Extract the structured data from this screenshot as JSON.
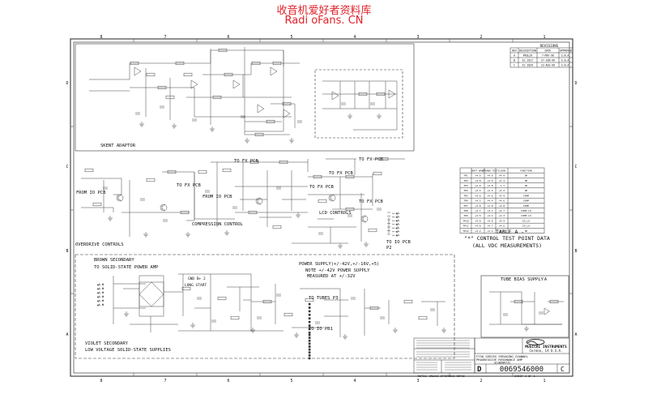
{
  "watermark": {
    "line1": "收音机爱好者资料库",
    "line2": "Radi oFans. CN"
  },
  "border": {
    "columns_top": [
      "8",
      "7",
      "6",
      "5",
      "4",
      "3",
      "2",
      "1"
    ],
    "columns_bottom": [
      "8",
      "7",
      "6",
      "5",
      "4",
      "3",
      "2",
      "1"
    ],
    "rows_left": [
      "D",
      "C",
      "B",
      "A"
    ],
    "rows_right": [
      "D",
      "C",
      "B",
      "A"
    ]
  },
  "revisions": {
    "title": "REVISIONS",
    "headers": [
      "REV",
      "DESCRIPTION",
      "DATE",
      "APPROVED"
    ],
    "rows": [
      [
        "A",
        "PROLZA",
        "7-MAY-96",
        "S.W.A."
      ],
      [
        "B",
        "EC 2817",
        "27-JUN-96",
        "S.W.A."
      ],
      [
        "C",
        "EC 3829",
        "23-AUG-96",
        "S.W.A."
      ]
    ]
  },
  "block_labels": {
    "skent_adaptor": "SKENT ADAPTOR",
    "from_io_pcb": "FROM IO PCB",
    "to_fx_pcb_1": "TO FX PCB",
    "from_io_pcb_2": "FROM IO PCB",
    "to_fx_pcb_2": "TO FX PCB",
    "to_fx_pcb_3": "TO FX PCB",
    "to_fx_pcb_4": "TO FX PCB",
    "compression_control": "COMPRESSION CONTROL",
    "overdrive_controls": "OVERDRIVE CONTROLS",
    "lcd_controls": "LCD CONTROLS",
    "to_io_pcb": "TO IO PCB",
    "to_io_pcb_p2": "P2",
    "brown_secondary": "BROWN SECONDARY",
    "brown_secondary_sub": "TO SOLID-STATE POWER AMP",
    "power_supply": "POWER SUPPLY(+/-42V,+/-16V,+5)",
    "power_note_1": "NOTE +/-42V POWER SUPPLY",
    "power_note_2": "MEASURED AT +/-32V",
    "gnd": "GND B+ 2",
    "long_start": "LONG START",
    "to_tubes": "TO TUBES P3",
    "to_io_pb1": "TO IO PB1",
    "violet_secondary": "VIOLET SECONDARY",
    "violet_secondary_sub": "LOW VOLTAGE SOLID-STATE SUPPLIES",
    "tube_bias_supply": "TUBE BIAS SUPPLY",
    "bias_marker": "A"
  },
  "test_point_table": {
    "headers": [
      "",
      "BOOT WAVE",
      "STRAND TEST",
      "CLEAN",
      "FUNCTION"
    ],
    "rows": [
      [
        "TP1",
        "+4.6",
        "+4.6",
        "+4.4",
        "OK"
      ],
      [
        "TP2",
        "+4.8",
        "+4.6",
        "+4.4",
        "OK"
      ],
      [
        "TP3",
        "+4.6",
        "+4.8",
        "-1.7",
        "OK"
      ],
      [
        "TP4",
        "+4.4",
        "+4.4",
        "+4.2",
        "OK"
      ],
      [
        "TP5",
        "+4.6",
        "+4.6",
        "+4.4",
        "COMP"
      ],
      [
        "TP6",
        "+4.5",
        "+4.4",
        "+4.6",
        "COMP"
      ],
      [
        "TP7",
        "+4.8",
        "+4.8",
        "+4.8",
        "COMP"
      ],
      [
        "TP8",
        "+4.7",
        "+4.7",
        "+4.7",
        "COMP LO"
      ],
      [
        "TP9",
        "+4.5",
        "+4.4",
        "+4.3",
        "COMP LO"
      ],
      [
        "TP10",
        "+4.8",
        "+4.8",
        "+4.4",
        "IO_LO"
      ],
      [
        "TP11",
        "+4.8",
        "+4.7",
        "+4.6",
        "IO_LO"
      ],
      [
        "TP12",
        "+4.2",
        "+4.2",
        "+4.0",
        "OK"
      ]
    ],
    "caption_1": "TABLE A -",
    "caption_2": "\"*\" CONTROL TEST POINT DATA",
    "caption_3": "(ALL VDC MEASUREMENTS)"
  },
  "title_block": {
    "company": "MUSICAL INSTRUMENTS",
    "location": "Corona, CA  U.S.A.",
    "title_line_1": "FT50 SERIES SPEAKING CHANNEL",
    "title_line_2": "PROGRESSIVE RESONANCE AMP",
    "title_line_3": "SCHEMATIC",
    "size": "D",
    "drawing_no": "0069546000",
    "rev": "C",
    "sheet": "SHEET 1 OF 1",
    "notes": "NOTES: UNLESS OTHERWISE NOTED"
  }
}
